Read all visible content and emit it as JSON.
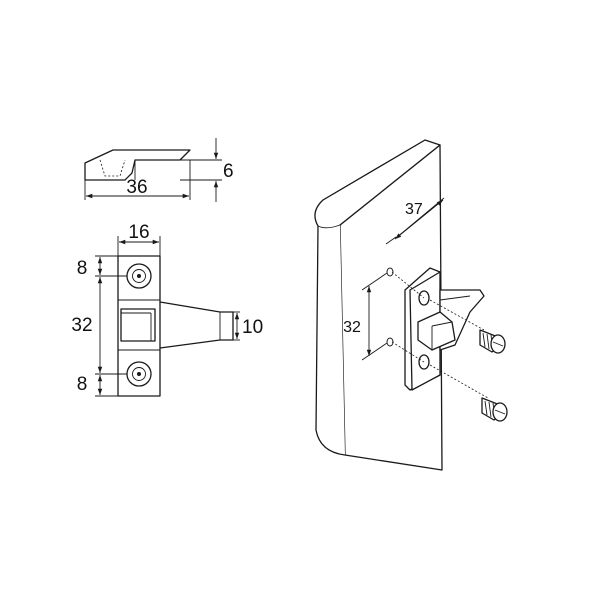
{
  "dimensions": {
    "side_height": "6",
    "side_length": "36",
    "top_width": "16",
    "top_offset": "8",
    "hole_spacing": "32",
    "bottom_offset": "8",
    "tongue_width": "10",
    "iso_setback": "37",
    "iso_spacing": "32"
  },
  "colors": {
    "line": "#1a1a1a",
    "background": "#ffffff"
  },
  "icons": {
    "screw": "screw-icon"
  }
}
